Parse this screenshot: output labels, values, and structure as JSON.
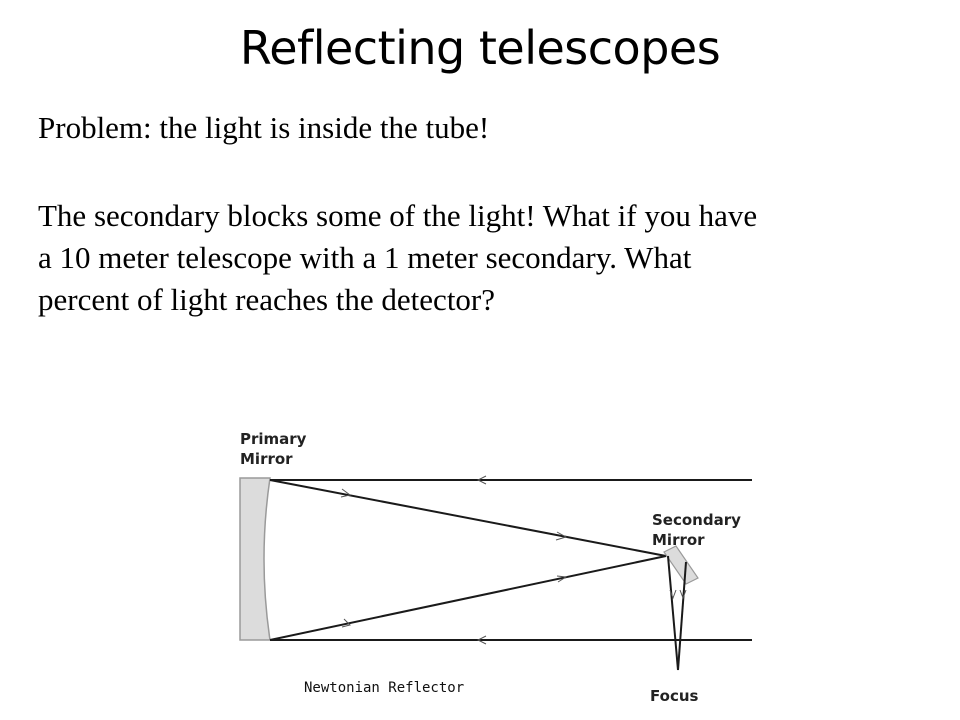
{
  "slide": {
    "title": "Reflecting telescopes",
    "problem": "Problem: the light is inside the tube!",
    "question_lines": [
      "The secondary blocks some of the light! What if you have",
      "a 10 meter telescope with a 1 meter secondary. What",
      "percent of light reaches the detector?"
    ]
  },
  "diagram": {
    "labels": {
      "primary_line1": "Primary",
      "primary_line2": "Mirror",
      "secondary_line1": "Secondary",
      "secondary_line2": "Mirror",
      "focus": "Focus",
      "caption": "Newtonian Reflector"
    },
    "colors": {
      "rays": "#1a1a1a",
      "mirror_fill": "#dcdcdc",
      "mirror_stroke": "#9a9a9a"
    }
  }
}
